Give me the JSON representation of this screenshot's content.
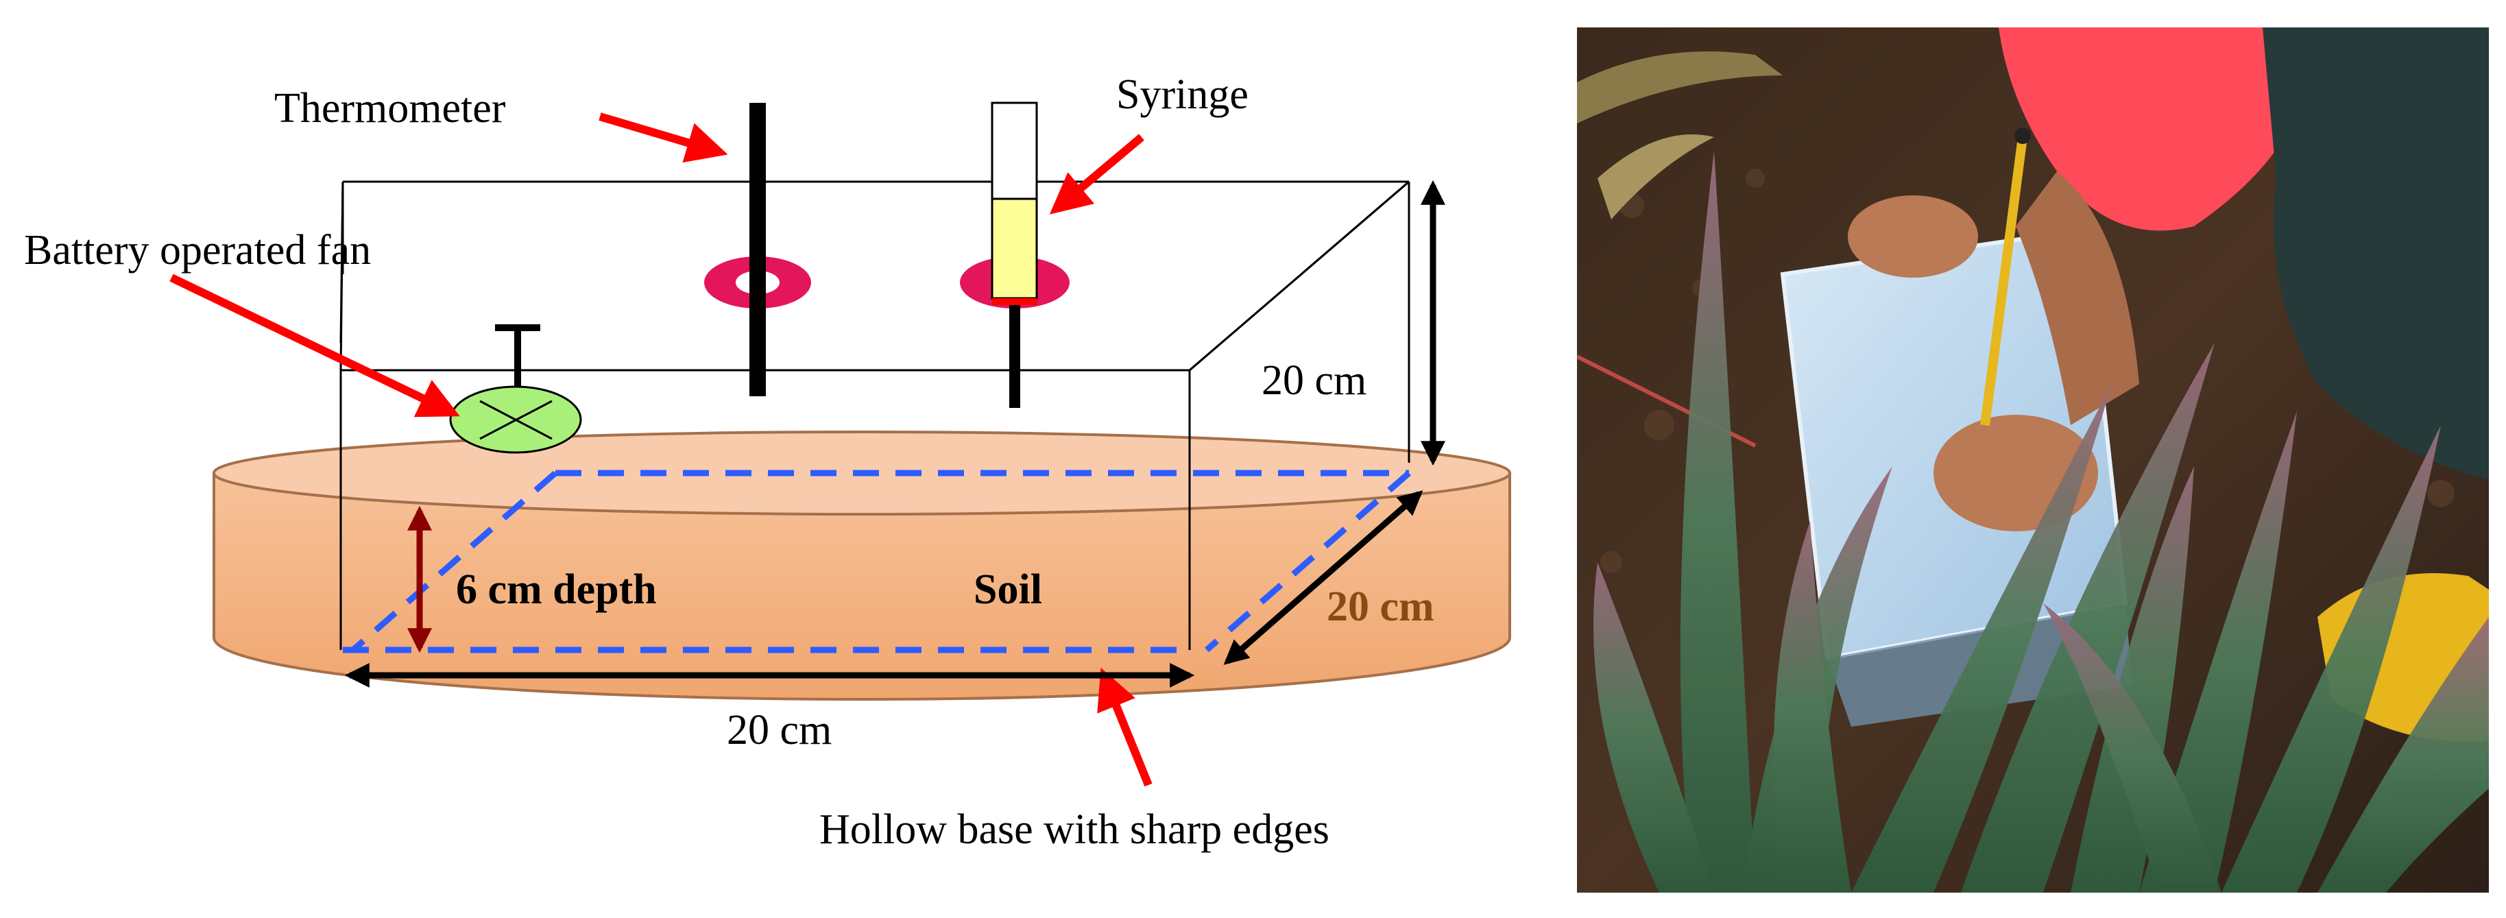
{
  "diagram": {
    "labels": {
      "thermometer": "Thermometer",
      "syringe": "Syringe",
      "fan": "Battery operated fan",
      "height": "20 cm",
      "depth": "6 cm depth",
      "soil": "Soil",
      "width_side": "20 cm",
      "width_bottom": "20 cm",
      "base": "Hollow base with sharp edges"
    },
    "colors": {
      "soil_fill": "#f4b183",
      "soil_top": "#f8cbad",
      "soil_stroke": "#a5704a",
      "arrow_red": "#ff0000",
      "dash_blue": "#2e5cff",
      "depth_arrow": "#8b0000",
      "fan_fill": "#a9f07a",
      "ring_pink": "#e3165b",
      "syringe_fill": "#ffff99",
      "side_label_color": "#8a4b12"
    }
  },
  "photo": {
    "description_icon": "field-photo"
  }
}
